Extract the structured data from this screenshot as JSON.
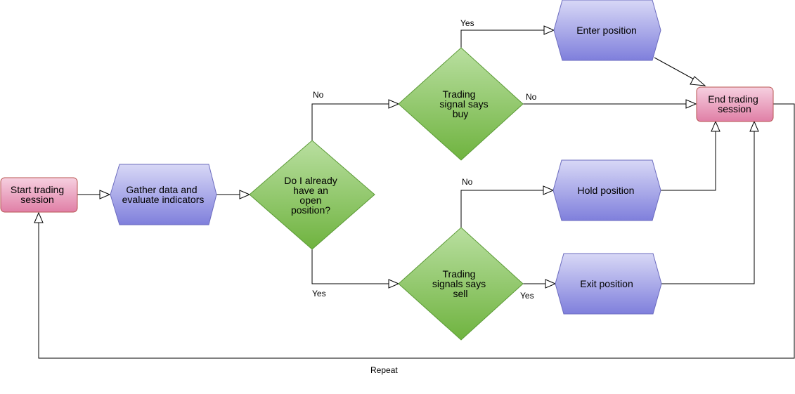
{
  "colors": {
    "pink_fill_top": "#f6d0e0",
    "pink_fill_bottom": "#e07fa6",
    "pink_stroke": "#b85450",
    "purple_fill_top": "#d8d8f6",
    "purple_fill_bottom": "#7f7fdc",
    "purple_stroke": "#6c6cbf",
    "green_fill_top": "#b9dfa0",
    "green_fill_bottom": "#6fb33f",
    "green_stroke": "#5a9a35"
  },
  "nodes": {
    "start": {
      "line1": "Start trading",
      "line2": "session"
    },
    "gather": {
      "line1": "Gather data and",
      "line2": "evaluate indicators"
    },
    "open_position": {
      "line1": "Do I already",
      "line2": "have an",
      "line3": "open",
      "line4": "position?"
    },
    "signal_buy": {
      "line1": "Trading",
      "line2": "signal says",
      "line3": "buy"
    },
    "signal_sell": {
      "line1": "Trading",
      "line2": "signals says",
      "line3": "sell"
    },
    "enter": {
      "label": "Enter position"
    },
    "hold": {
      "label": "Hold position"
    },
    "exit": {
      "label": "Exit position"
    },
    "end": {
      "line1": "End trading",
      "line2": "session"
    }
  },
  "edges": {
    "open_no": "No",
    "open_yes": "Yes",
    "buy_yes": "Yes",
    "buy_no": "No",
    "sell_no": "No",
    "sell_yes": "Yes",
    "repeat": "Repeat"
  }
}
